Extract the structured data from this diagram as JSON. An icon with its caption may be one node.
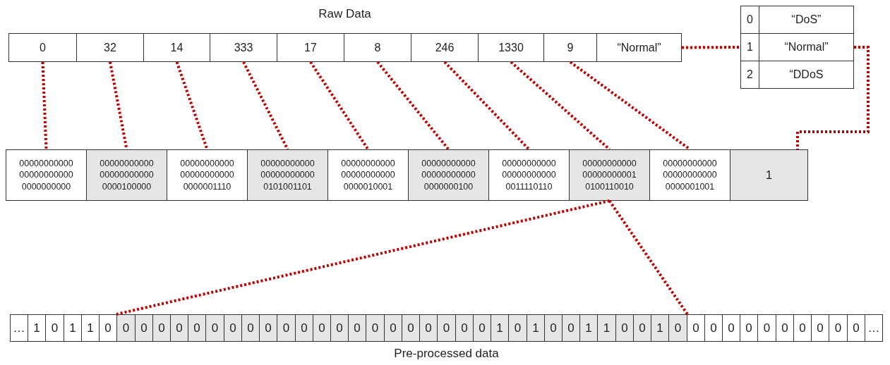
{
  "diagram": {
    "nodes": [
      {
        "text": [
          "Raw Data"
        ]
      },
      {
        "text": [
          "0"
        ],
        "in": 0
      },
      {
        "text": [
          "32"
        ],
        "in": 0
      },
      {
        "text": [
          "14"
        ],
        "in": 0
      },
      {
        "text": [
          "333"
        ],
        "in": 0
      },
      {
        "text": [
          "17"
        ],
        "in": 0
      },
      {
        "text": [
          "8"
        ],
        "in": 0
      },
      {
        "text": [
          "246"
        ],
        "in": 0
      },
      {
        "text": [
          "1330"
        ],
        "in": 0
      },
      {
        "text": [
          "9"
        ],
        "in": 0
      },
      {
        "text": [
          "“Normal”"
        ],
        "in": 0
      },
      {
        "text": [
          "0"
        ]
      },
      {
        "text": [
          "“DoS”"
        ]
      },
      {
        "text": [
          "1"
        ]
      },
      {
        "text": [
          "“Normal”"
        ]
      },
      {
        "text": [
          "2"
        ]
      },
      {
        "text": [
          "“DDoS"
        ]
      },
      {
        "text": [
          "00000000000 00000000000 0000000000"
        ]
      },
      {
        "text": [
          "00000000000 00000000000 0000100000"
        ]
      },
      {
        "text": [
          "00000000000 00000000000 0000001110"
        ]
      },
      {
        "text": [
          "00000000000 00000000000 0101001101"
        ]
      },
      {
        "text": [
          "00000000000 00000000000 0000010001"
        ]
      },
      {
        "text": [
          "00000000000 00000000000 0000000100"
        ]
      },
      {
        "text": [
          "00000000000 00000000000 0011110110"
        ]
      },
      {
        "text": [
          "00000000000 00000000001 0100110010"
        ]
      },
      {
        "text": [
          "00000000000 00000000000 0000001001"
        ]
      },
      {
        "text": [
          "1"
        ]
      },
      {
        "text": [
          "Pre-processed data"
        ]
      },
      {
        "text": [
          "…"
        ],
        "in": 27
      },
      {
        "text": [
          "1"
        ],
        "in": 27
      },
      {
        "text": [
          "0"
        ],
        "in": 27
      },
      {
        "text": [
          "1"
        ],
        "in": 27
      },
      {
        "text": [
          "1"
        ],
        "in": 27
      },
      {
        "text": [
          "0"
        ],
        "in": 27
      },
      {
        "text": [
          "0"
        ],
        "in": 27
      },
      {
        "text": [
          "0"
        ],
        "in": 27
      },
      {
        "text": [
          "0"
        ],
        "in": 27
      },
      {
        "text": [
          "0"
        ],
        "in": 27
      },
      {
        "text": [
          "0"
        ],
        "in": 27
      },
      {
        "text": [
          "0"
        ],
        "in": 27
      },
      {
        "text": [
          "0"
        ],
        "in": 27
      },
      {
        "text": [
          "0"
        ],
        "in": 27
      },
      {
        "text": [
          "0"
        ],
        "in": 27
      },
      {
        "text": [
          "0"
        ],
        "in": 27
      },
      {
        "text": [
          "0"
        ],
        "in": 27
      },
      {
        "text": [
          "0"
        ],
        "in": 27
      },
      {
        "text": [
          "0"
        ],
        "in": 27
      },
      {
        "text": [
          "0"
        ],
        "in": 27
      },
      {
        "text": [
          "0"
        ],
        "in": 27
      },
      {
        "text": [
          "0"
        ],
        "in": 27
      },
      {
        "text": [
          "0"
        ],
        "in": 27
      },
      {
        "text": [
          "0"
        ],
        "in": 27
      },
      {
        "text": [
          "0"
        ],
        "in": 27
      },
      {
        "text": [
          "0"
        ],
        "in": 27
      },
      {
        "text": [
          "0"
        ],
        "in": 27
      },
      {
        "text": [
          "1"
        ],
        "in": 27
      },
      {
        "text": [
          "0"
        ],
        "in": 27
      },
      {
        "text": [
          "1"
        ],
        "in": 27
      },
      {
        "text": [
          "0"
        ],
        "in": 27
      },
      {
        "text": [
          "0"
        ],
        "in": 27
      },
      {
        "text": [
          "1"
        ],
        "in": 27
      },
      {
        "text": [
          "1"
        ],
        "in": 27
      },
      {
        "text": [
          "0"
        ],
        "in": 27
      },
      {
        "text": [
          "0"
        ],
        "in": 27
      },
      {
        "text": [
          "1"
        ],
        "in": 27
      },
      {
        "text": [
          "0"
        ],
        "in": 27
      },
      {
        "text": [
          "0"
        ],
        "in": 27
      },
      {
        "text": [
          "0"
        ],
        "in": 27
      },
      {
        "text": [
          "0"
        ],
        "in": 27
      },
      {
        "text": [
          "0"
        ],
        "in": 27
      },
      {
        "text": [
          "0"
        ],
        "in": 27
      },
      {
        "text": [
          "0"
        ],
        "in": 27
      },
      {
        "text": [
          "0"
        ],
        "in": 27
      },
      {
        "text": [
          "0"
        ],
        "in": 27
      },
      {
        "text": [
          "0"
        ],
        "in": 27
      },
      {
        "text": [
          "0"
        ],
        "in": 27
      },
      {
        "text": [
          "…"
        ],
        "in": 27
      }
    ],
    "edges": [
      {
        "from": 1,
        "to": 17,
        "arrow": "none"
      },
      {
        "from": 2,
        "to": 18,
        "arrow": "none"
      },
      {
        "from": 3,
        "to": 19,
        "arrow": "none"
      },
      {
        "from": 4,
        "to": 20,
        "arrow": "none"
      },
      {
        "from": 5,
        "to": 21,
        "arrow": "none"
      },
      {
        "from": 6,
        "to": 22,
        "arrow": "none"
      },
      {
        "from": 7,
        "to": 23,
        "arrow": "none"
      },
      {
        "from": 8,
        "to": 24,
        "arrow": "none"
      },
      {
        "from": 9,
        "to": 25,
        "arrow": "none"
      },
      {
        "from": 10,
        "to": 13,
        "arrow": "none"
      },
      {
        "from": 14,
        "to": 26,
        "arrow": "none"
      },
      {
        "from": 24,
        "to": 34,
        "arrow": "none"
      },
      {
        "from": 24,
        "to": 65,
        "arrow": "none"
      }
    ]
  }
}
